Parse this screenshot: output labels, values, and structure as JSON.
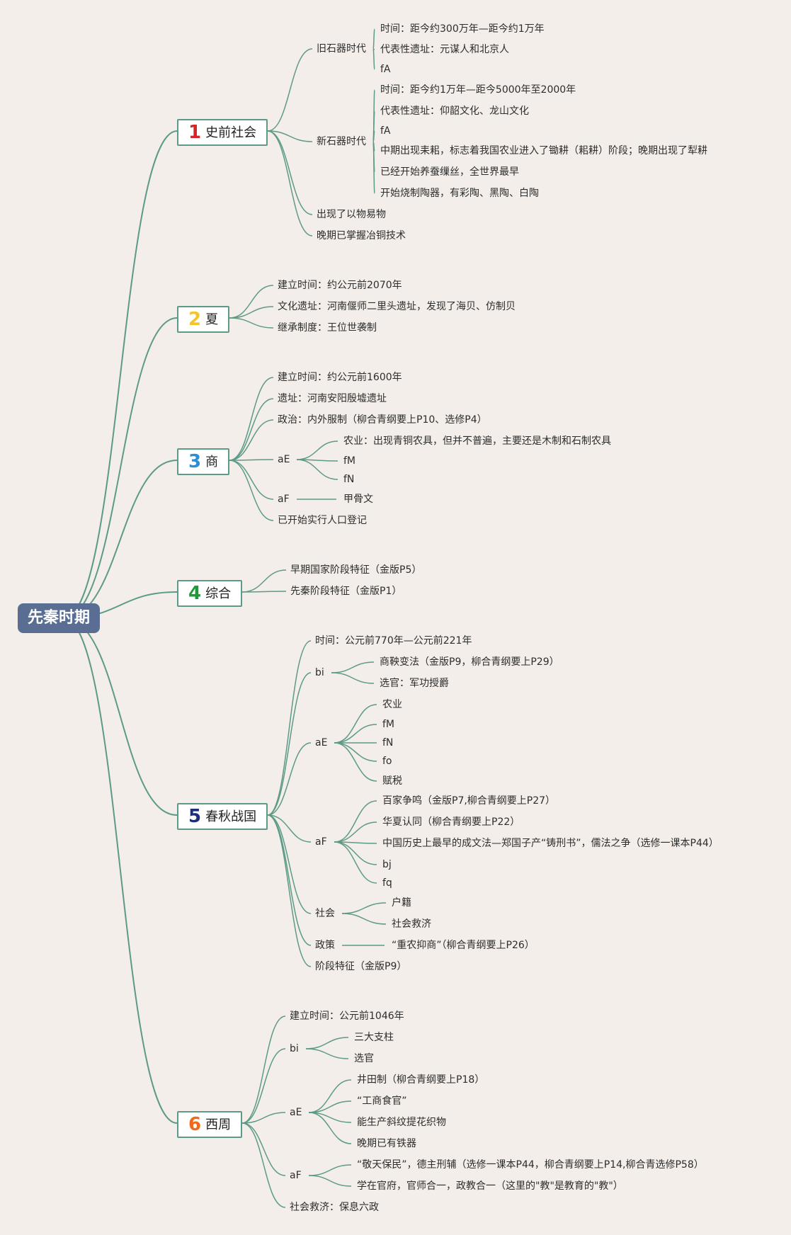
{
  "title": "先秦时期",
  "branch_color": "#5d9a87",
  "sections": [
    {
      "num": "1",
      "num_color": "#d8232a",
      "label": "史前社会",
      "children": [
        {
          "text": "旧石器时代",
          "children": [
            {
              "text": "时间：距今约300万年—距今约1万年"
            },
            {
              "text": "代表性遗址：元谋人和北京人"
            },
            {
              "text": "fA"
            }
          ]
        },
        {
          "text": "新石器时代",
          "children": [
            {
              "text": "时间：距今约1万年—距今5000年至2000年"
            },
            {
              "text": "代表性遗址：仰韶文化、龙山文化"
            },
            {
              "text": "fA"
            },
            {
              "text": "中期出现耒耜，标志着我国农业进入了锄耕（耜耕）阶段；晚期出现了犁耕"
            },
            {
              "text": "已经开始养蚕缫丝，全世界最早"
            },
            {
              "text": "开始烧制陶器，有彩陶、黑陶、白陶"
            }
          ]
        },
        {
          "text": "出现了以物易物"
        },
        {
          "text": "晚期已掌握冶铜技术"
        }
      ]
    },
    {
      "num": "2",
      "num_color": "#f2c530",
      "label": "夏",
      "children": [
        {
          "text": "建立时间：约公元前2070年"
        },
        {
          "text": "文化遗址：河南偃师二里头遗址，发现了海贝、仿制贝"
        },
        {
          "text": "继承制度：王位世袭制"
        }
      ]
    },
    {
      "num": "3",
      "num_color": "#2a8fd6",
      "label": "商",
      "children": [
        {
          "text": "建立时间：约公元前1600年"
        },
        {
          "text": "遗址：河南安阳殷墟遗址"
        },
        {
          "text": "政治：内外服制（柳合青纲要上P10、选修P4）"
        },
        {
          "text": "aE",
          "children": [
            {
              "text": "农业：出现青铜农具，但并不普遍，主要还是木制和石制农具"
            },
            {
              "text": "fM"
            },
            {
              "text": "fN"
            }
          ]
        },
        {
          "text": "aF",
          "children": [
            {
              "text": "甲骨文"
            }
          ]
        },
        {
          "text": "已开始实行人口登记"
        }
      ]
    },
    {
      "num": "4",
      "num_color": "#1e9a3a",
      "label": "综合",
      "children": [
        {
          "text": "早期国家阶段特征（金版P5）"
        },
        {
          "text": "先秦阶段特征（金版P1）"
        }
      ]
    },
    {
      "num": "5",
      "num_color": "#1c2f7a",
      "label": "春秋战国",
      "children": [
        {
          "text": "时间：公元前770年—公元前221年"
        },
        {
          "text": "bi",
          "children": [
            {
              "text": "商鞅变法（金版P9，柳合青纲要上P29）"
            },
            {
              "text": "选官：军功授爵"
            }
          ]
        },
        {
          "text": "aE",
          "children": [
            {
              "text": "农业"
            },
            {
              "text": "fM"
            },
            {
              "text": "fN"
            },
            {
              "text": "fo"
            },
            {
              "text": "赋税"
            }
          ]
        },
        {
          "text": "aF",
          "children": [
            {
              "text": "百家争鸣（金版P7,柳合青纲要上P27）"
            },
            {
              "text": "华夏认同（柳合青纲要上P22）"
            },
            {
              "text": "中国历史上最早的成文法—郑国子产“铸刑书”，儒法之争（选修一课本P44）"
            },
            {
              "text": "bj"
            },
            {
              "text": "fq"
            }
          ]
        },
        {
          "text": "社会",
          "children": [
            {
              "text": "户籍"
            },
            {
              "text": "社会救济"
            }
          ]
        },
        {
          "text": "政策",
          "children": [
            {
              "text": "“重农抑商”（柳合青纲要上P26）"
            }
          ]
        },
        {
          "text": "阶段特征（金版P9）"
        }
      ]
    },
    {
      "num": "6",
      "num_color": "#ef6a1a",
      "label": "西周",
      "children": [
        {
          "text": "建立时间：公元前1046年"
        },
        {
          "text": "bi",
          "children": [
            {
              "text": "三大支柱"
            },
            {
              "text": "选官"
            }
          ]
        },
        {
          "text": "aE",
          "children": [
            {
              "text": "井田制（柳合青纲要上P18）"
            },
            {
              "text": "“工商食官”"
            },
            {
              "text": "能生产斜纹提花织物"
            },
            {
              "text": "晚期已有铁器"
            }
          ]
        },
        {
          "text": "aF",
          "children": [
            {
              "text": "“敬天保民”，德主刑辅（选修一课本P44，柳合青纲要上P14,柳合青选修P58）"
            },
            {
              "text": "学在官府，官师合一，政教合一（这里的\"教\"是教育的\"教\"）"
            }
          ]
        },
        {
          "text": "社会救济：保息六政"
        }
      ]
    }
  ]
}
